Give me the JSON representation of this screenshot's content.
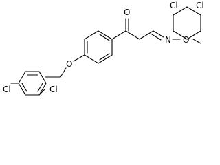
{
  "structure": {
    "atom_labels": {
      "carbonyl_oxygen": "O",
      "oxime_nitrogen": "N",
      "oxime_oxygen": "O",
      "ether_oxygen": "O",
      "chlorine_top_right_1": "Cl",
      "chlorine_top_right_2": "Cl",
      "chlorine_bottom_left_1": "Cl",
      "chlorine_bottom_left_2": "Cl"
    },
    "colors": {
      "bond": "#000000",
      "label": "#000000",
      "background": "#ffffff"
    }
  }
}
